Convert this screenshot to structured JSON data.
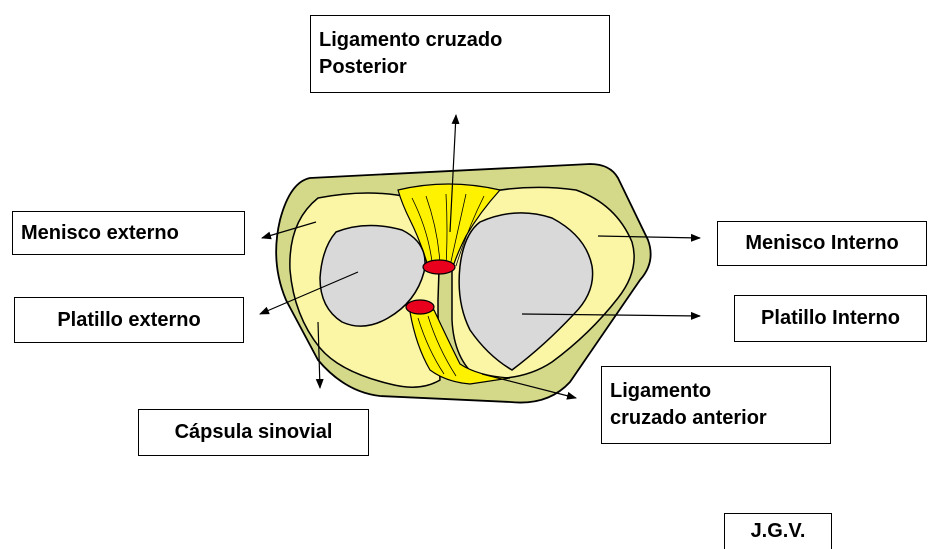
{
  "labels": {
    "lcp_line1": "Ligamento cruzado",
    "lcp_line2": "Posterior",
    "menisco_externo": "Menisco externo",
    "platillo_externo": "Platillo externo",
    "capsula_sinovial": "Cápsula sinovial",
    "menisco_interno": "Menisco Interno",
    "platillo_interno": "Platillo Interno",
    "lca_line1": "Ligamento",
    "lca_line2": "cruzado anterior",
    "signature": "J.G.V."
  },
  "colors": {
    "capsule_fill": "#d4d98a",
    "meniscus_fill": "#fbf6a6",
    "ligament_fill": "#fff200",
    "plateau_fill": "#d9d9d9",
    "attachment_red": "#e8001c",
    "outline": "#000000"
  }
}
